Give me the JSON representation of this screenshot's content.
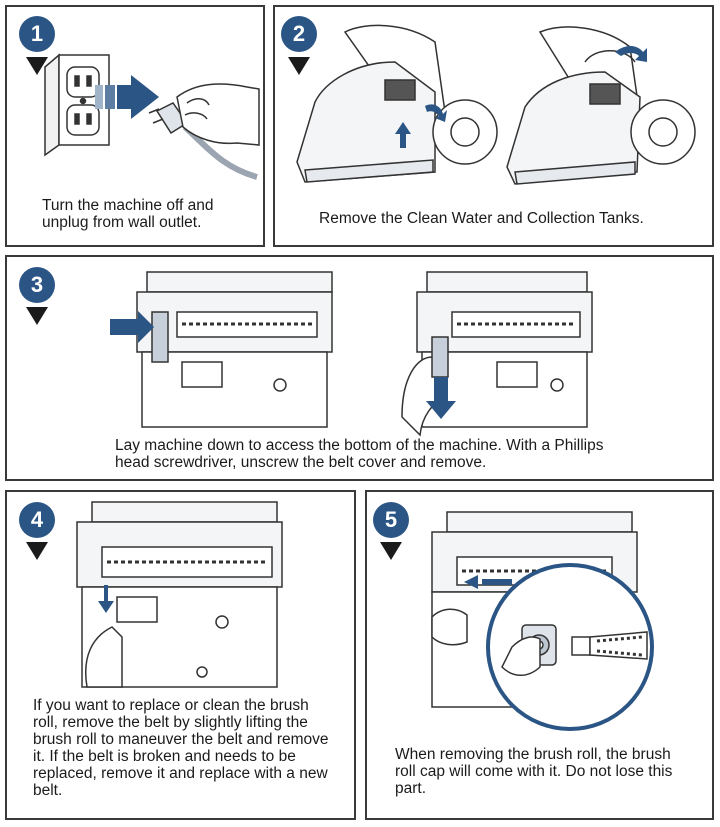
{
  "steps": [
    {
      "number": "1",
      "caption": "Turn the machine off and unplug from wall outlet."
    },
    {
      "number": "2",
      "caption": "Remove the Clean Water and Collection Tanks."
    },
    {
      "number": "3",
      "caption": "Lay machine down to access the bottom of the machine. With a Phillips head screwdriver, unscrew the belt cover and remove."
    },
    {
      "number": "4",
      "caption": "If you want to replace or clean the brush roll, remove the belt by slightly lifting the brush roll to maneuver the belt and remove it. If the belt is broken and needs to be replaced, remove it and replace with a new belt."
    },
    {
      "number": "5",
      "caption": "When removing the brush roll, the brush roll cap will come with it. Do not lose this part."
    }
  ],
  "colors": {
    "badge": "#2a5585",
    "accent_arrow": "#2a5585",
    "line": "#333333",
    "panel_fill": "#e6eaef"
  },
  "icons": [
    "wall-outlet-icon",
    "plug-icon",
    "hand-icon",
    "arrow-icon"
  ]
}
